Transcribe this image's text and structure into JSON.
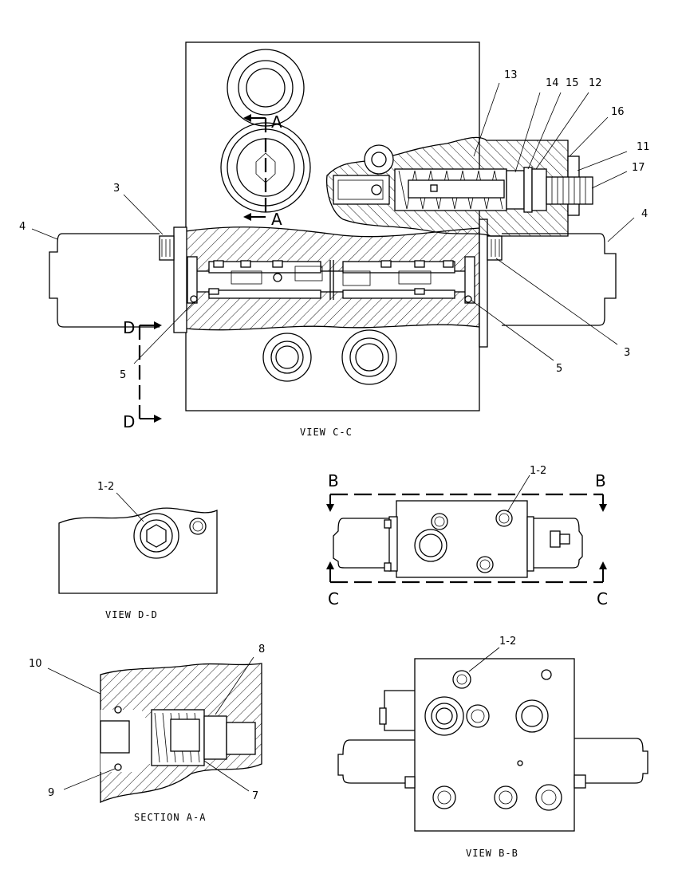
{
  "views": {
    "view_cc": "VIEW C-C",
    "view_dd": "VIEW D-D",
    "section_aa": "SECTION A-A",
    "view_bb": "VIEW B-B"
  },
  "section_letters": {
    "a": "A",
    "b": "B",
    "c": "C",
    "d": "D"
  },
  "callouts": {
    "n1_2": "1-2",
    "n3": "3",
    "n4": "4",
    "n5": "5",
    "n7": "7",
    "n8": "8",
    "n9": "9",
    "n10": "10",
    "n11": "11",
    "n12": "12",
    "n13": "13",
    "n14": "14",
    "n15": "15",
    "n16": "16",
    "n17": "17"
  }
}
